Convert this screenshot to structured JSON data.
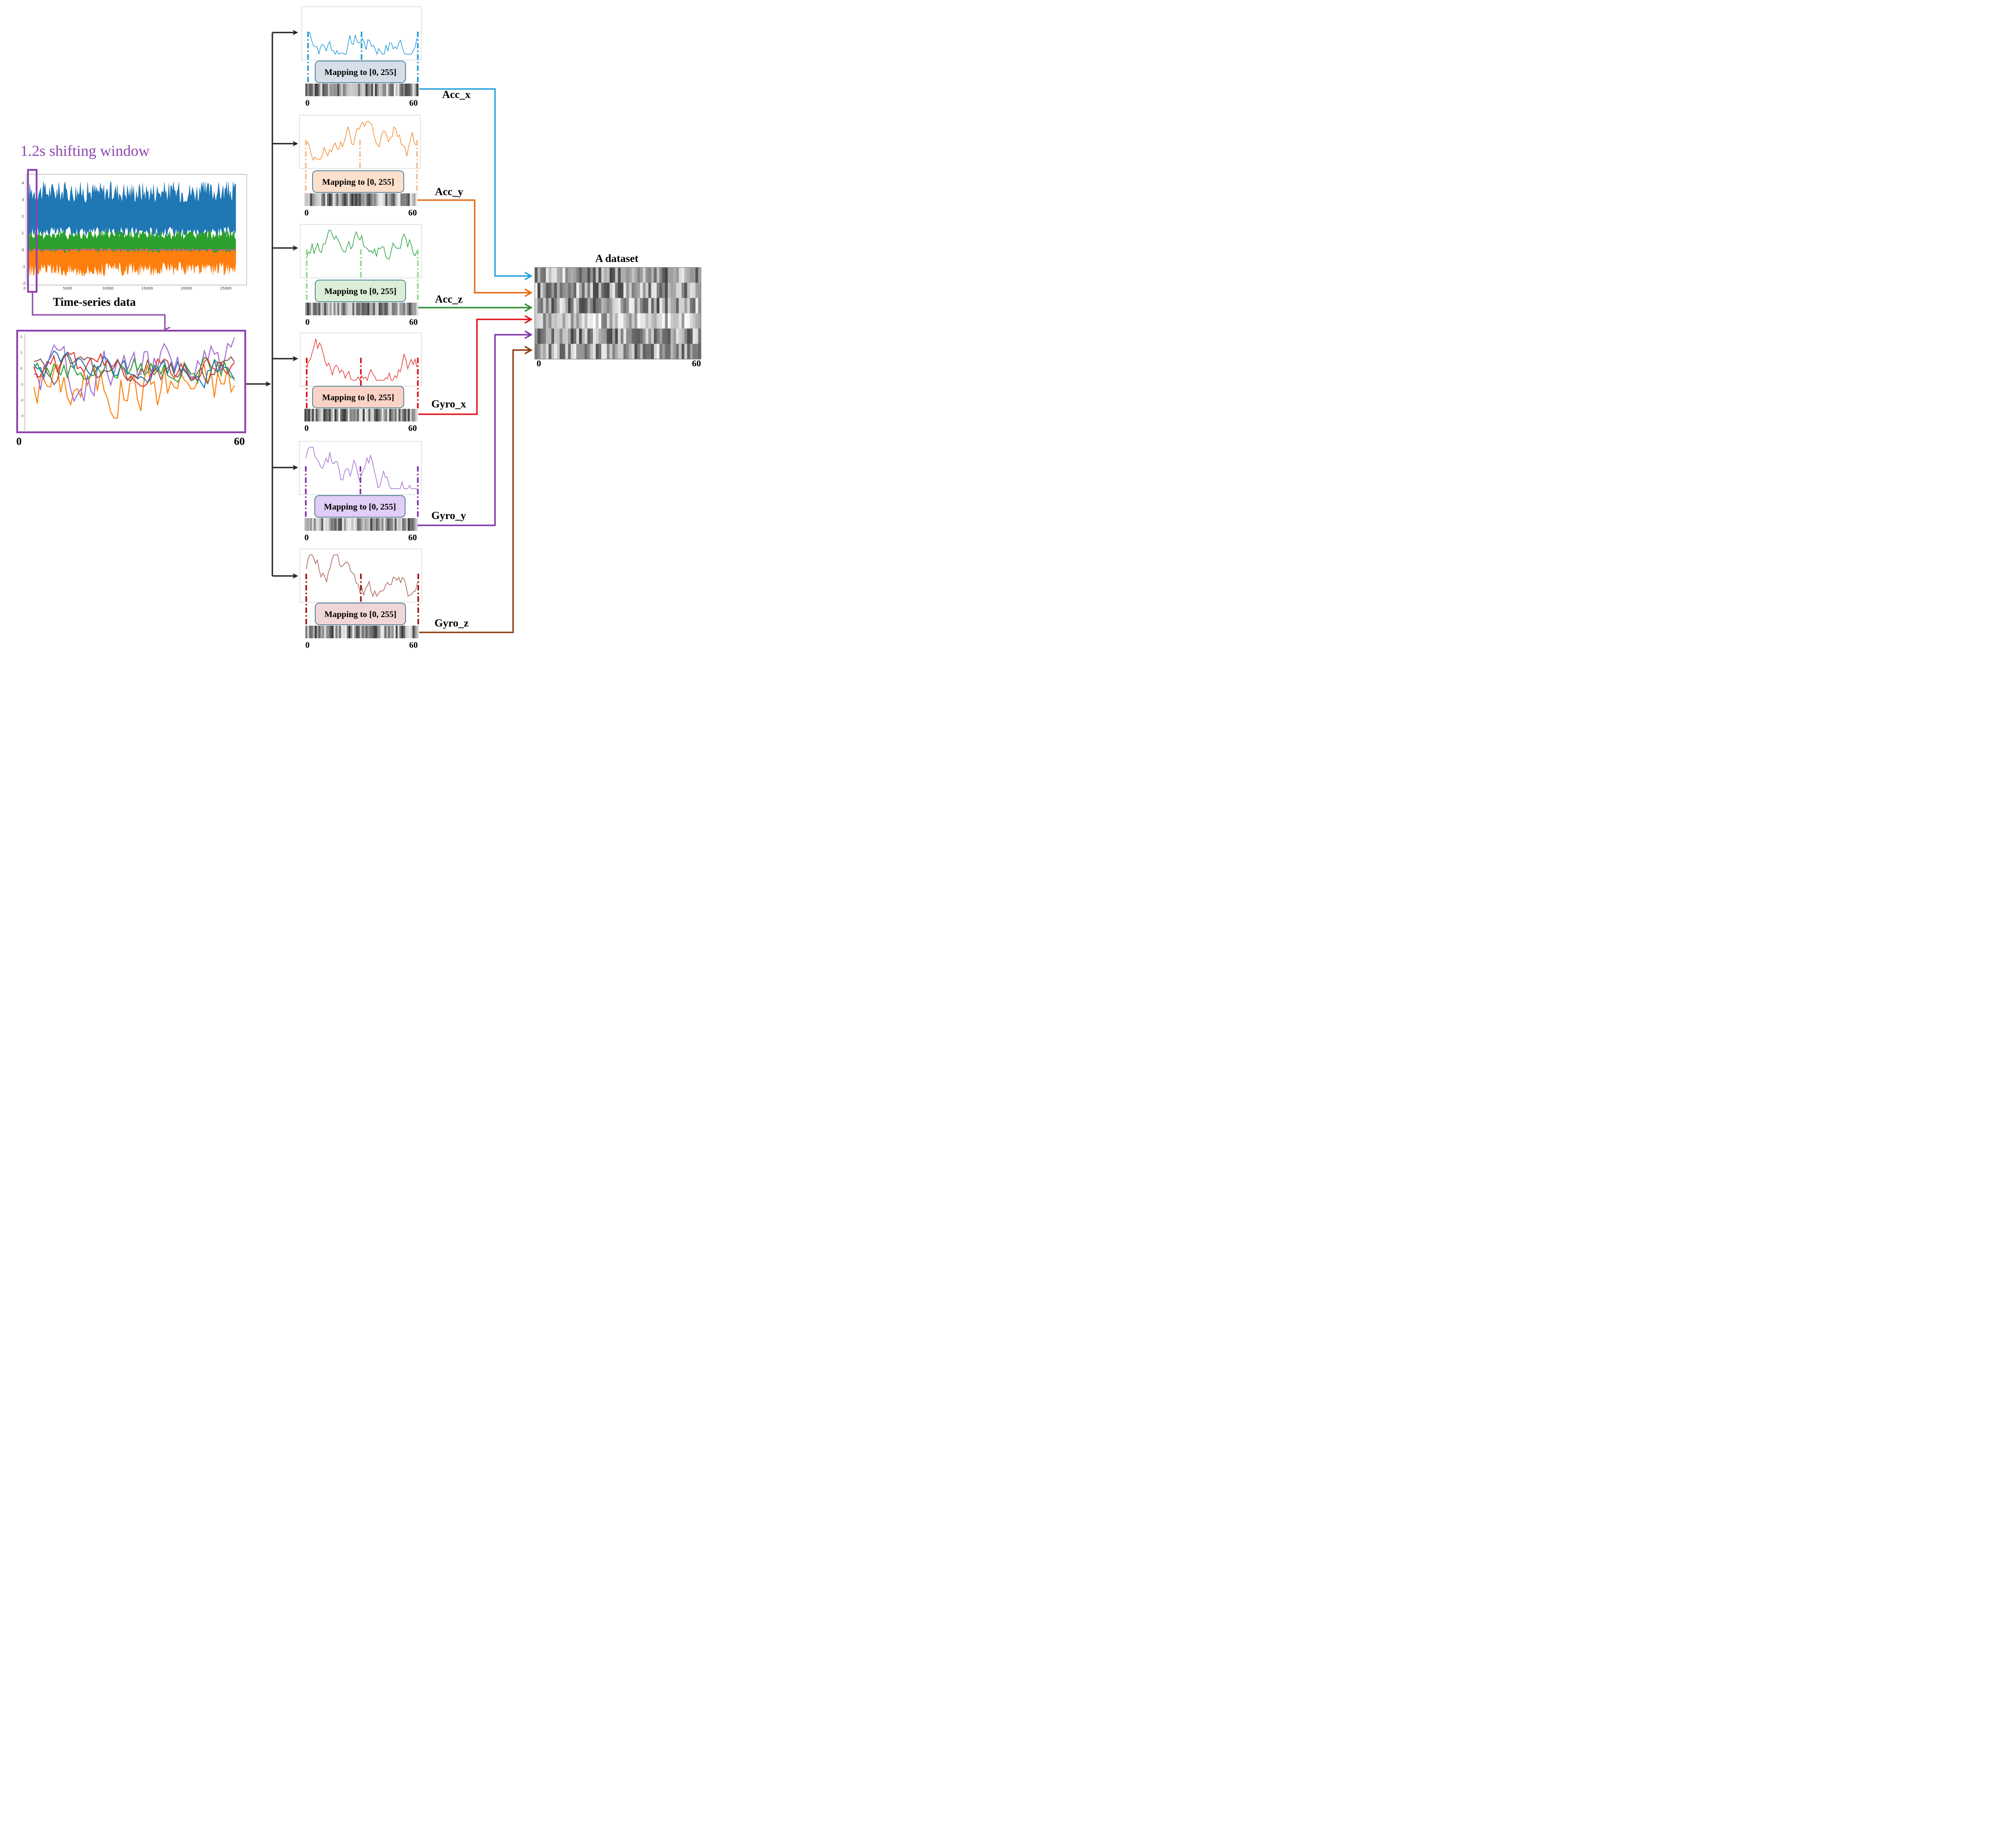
{
  "window_title": "1.2s shifting window",
  "series_title": "Time-series data",
  "series_plot": {
    "x_ticks": [
      "0",
      "5000",
      "10000",
      "15000",
      "20000",
      "25000"
    ],
    "y_ticks": [
      "4",
      "3",
      "2",
      "1",
      "0",
      "-1",
      "-2"
    ]
  },
  "window_plot": {
    "y_ticks": [
      "2",
      "1",
      "0",
      "-1",
      "-2",
      "-3"
    ],
    "x_start": "0",
    "x_end": "60"
  },
  "mapping_label": "Mapping to [0, 255]",
  "channels": [
    {
      "name": "Acc_x",
      "color": "#1f9ad6",
      "box_fill": "#d6dfe8",
      "marker": "#1f9ad6",
      "x_start": "0",
      "x_end": "60"
    },
    {
      "name": "Acc_y",
      "color": "#f28a26",
      "box_fill": "#fbe0cc",
      "marker": "#f6b98a",
      "x_start": "0",
      "x_end": "60"
    },
    {
      "name": "Acc_z",
      "color": "#23a23c",
      "box_fill": "#dcefd6",
      "marker": "#8fd88a",
      "x_start": "0",
      "x_end": "60"
    },
    {
      "name": "Gyro_x",
      "color": "#e8332f",
      "box_fill": "#fbd3c6",
      "marker": "#d60f0f",
      "x_start": "0",
      "x_end": "60"
    },
    {
      "name": "Gyro_y",
      "color": "#a36ccf",
      "box_fill": "#e1cdf5",
      "marker": "#7b2ba3",
      "x_start": "0",
      "x_end": "60"
    },
    {
      "name": "Gyro_z",
      "color": "#a55b4b",
      "box_fill": "#f0d6d6",
      "marker": "#9a0d0d",
      "x_start": "0",
      "x_end": "60"
    }
  ],
  "arrow_colors": [
    "#2aa0da",
    "#e56a16",
    "#2d8c2d",
    "#e0131a",
    "#7e34a8",
    "#8a3c0e"
  ],
  "dataset": {
    "title": "A dataset",
    "x_start": "0",
    "x_end": "60"
  },
  "colors": {
    "window": "#8e44ad",
    "arrow": "#222222"
  }
}
